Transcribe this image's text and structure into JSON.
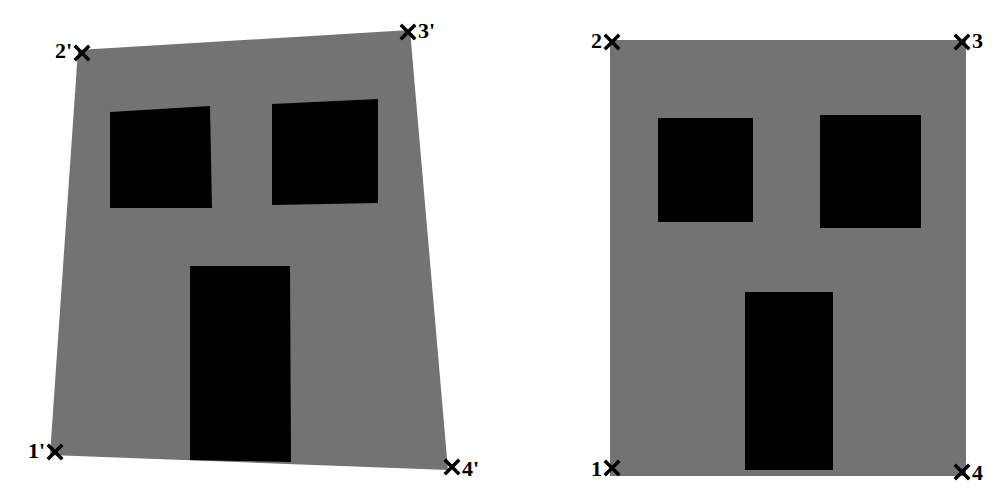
{
  "diagram": {
    "labels": [
      "2'",
      "3'",
      "1'",
      "4'",
      "2",
      "3",
      "1",
      "4"
    ]
  }
}
